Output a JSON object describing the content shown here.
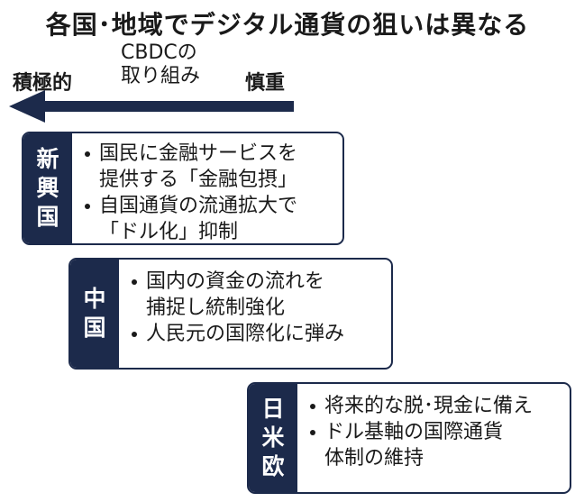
{
  "title": "各国･地域でデジタル通貨の狙いは異なる",
  "scale": {
    "left_label": "積極的",
    "middle_label_lines": [
      "CBDCの",
      "取り組み"
    ],
    "right_label": "慎重"
  },
  "cards": [
    {
      "tab_chars": [
        "新",
        "興",
        "国"
      ],
      "bullets": [
        [
          "国民に金融サービスを",
          "提供する「金融包摂」"
        ],
        [
          "自国通貨の流通拡大で",
          "「ドル化」抑制"
        ]
      ]
    },
    {
      "tab_chars": [
        "中",
        "国"
      ],
      "bullets": [
        [
          "国内の資金の流れを",
          "捕捉し統制強化"
        ],
        [
          "人民元の国際化に弾み"
        ]
      ]
    },
    {
      "tab_chars": [
        "日",
        "米",
        "欧"
      ],
      "bullets": [
        [
          "将来的な脱･現金に備え"
        ],
        [
          "ドル基軸の国際通貨",
          "体制の維持"
        ]
      ]
    }
  ],
  "colors": {
    "navy": "#1c2a4b",
    "text": "#1a1a1a",
    "background": "#ffffff"
  }
}
